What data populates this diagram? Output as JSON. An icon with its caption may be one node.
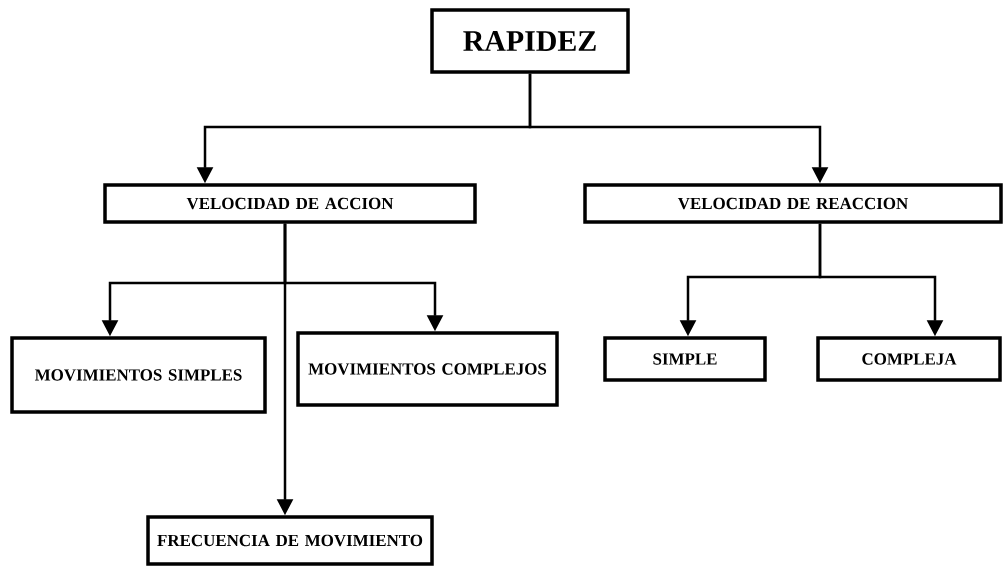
{
  "diagram": {
    "nodes": [
      {
        "text": [
          "RAPIDEZ"
        ]
      },
      {
        "text": [
          "VELOCIDAD DE ACCION"
        ]
      },
      {
        "text": [
          "VELOCIDAD DE REACCION"
        ]
      },
      {
        "text": [
          "MOVIMIENTOS SIMPLES"
        ]
      },
      {
        "text": [
          "MOVIMIENTOS COMPLEJOS"
        ]
      },
      {
        "text": [
          "FRECUENCIA DE MOVIMIENTO"
        ]
      },
      {
        "text": [
          "SIMPLE"
        ]
      },
      {
        "text": [
          "COMPLEJA"
        ]
      }
    ],
    "edges": [
      {
        "from": 0,
        "to": 1,
        "arrow": "to"
      },
      {
        "from": 0,
        "to": 2,
        "arrow": "to"
      },
      {
        "from": 1,
        "to": 3,
        "arrow": "to"
      },
      {
        "from": 1,
        "to": 4,
        "arrow": "to"
      },
      {
        "from": 1,
        "to": 5,
        "arrow": "to"
      },
      {
        "from": 2,
        "to": 6,
        "arrow": "to"
      },
      {
        "from": 2,
        "to": 7,
        "arrow": "to"
      }
    ]
  }
}
